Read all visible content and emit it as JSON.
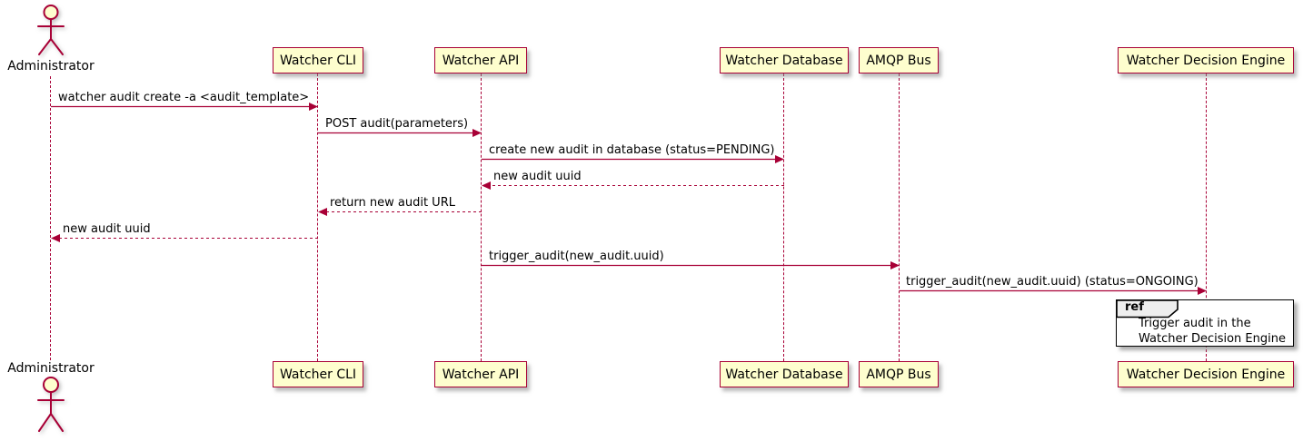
{
  "diagram": {
    "type": "sequence",
    "participants": [
      {
        "label": "Administrator",
        "kind": "actor"
      },
      {
        "label": "Watcher CLI",
        "kind": "participant"
      },
      {
        "label": "Watcher API",
        "kind": "participant"
      },
      {
        "label": "Watcher Database",
        "kind": "participant"
      },
      {
        "label": "AMQP Bus",
        "kind": "participant"
      },
      {
        "label": "Watcher Decision Engine",
        "kind": "participant"
      }
    ],
    "messages": [
      {
        "from": "Administrator",
        "to": "Watcher CLI",
        "label": "watcher audit create -a <audit_template>",
        "line": "solid"
      },
      {
        "from": "Watcher CLI",
        "to": "Watcher API",
        "label": "POST audit(parameters)",
        "line": "solid"
      },
      {
        "from": "Watcher API",
        "to": "Watcher Database",
        "label": "create new audit in database (status=PENDING)",
        "line": "solid"
      },
      {
        "from": "Watcher Database",
        "to": "Watcher API",
        "label": "new audit uuid",
        "line": "dashed"
      },
      {
        "from": "Watcher API",
        "to": "Watcher CLI",
        "label": "return new audit URL",
        "line": "dashed"
      },
      {
        "from": "Watcher CLI",
        "to": "Administrator",
        "label": "new audit uuid",
        "line": "dashed"
      },
      {
        "from": "Watcher API",
        "to": "AMQP Bus",
        "label": "trigger_audit(new_audit.uuid)",
        "line": "solid"
      },
      {
        "from": "AMQP Bus",
        "to": "Watcher Decision Engine",
        "label": "trigger_audit(new_audit.uuid) (status=ONGOING)",
        "line": "solid"
      }
    ],
    "ref": {
      "keyword": "ref",
      "over": "Watcher Decision Engine",
      "lines": [
        "Trigger audit in the",
        "Watcher Decision Engine"
      ]
    },
    "colors": {
      "stroke": "#A80036",
      "participant_fill": "#FEFECE",
      "text": "#000000",
      "ref_tab_fill": "#EEEEEE",
      "background": "#FFFFFF"
    }
  }
}
